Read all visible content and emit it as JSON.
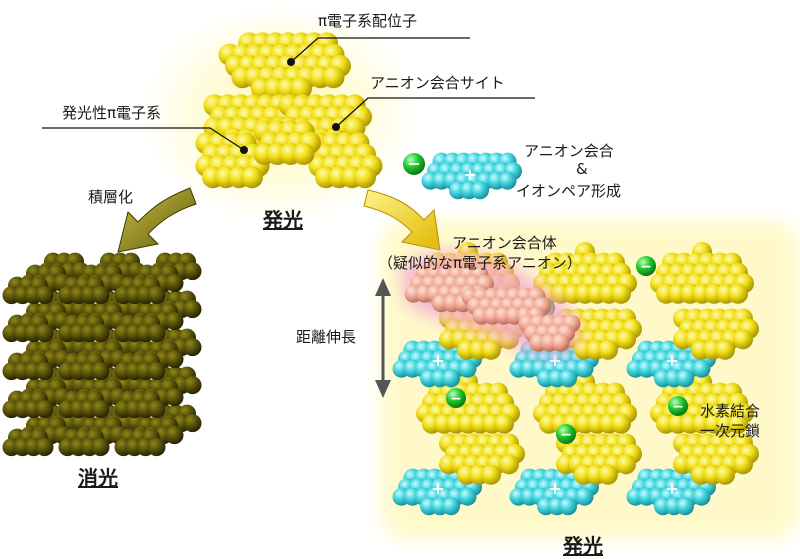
{
  "labels": {
    "pi_ligand": "π電子系配位子",
    "anion_site": "アニオン会合サイト",
    "emissive_pi": "発光性π電子系",
    "emission_top": "発光",
    "stacking": "積層化",
    "anion_assoc": "アニオン会合",
    "ampersand": "&",
    "ion_pair": "イオンペア形成",
    "anion_complex": "アニオン会合体",
    "pseudo_anion": "（疑似的なπ電子系アニオン）",
    "distance": "距離伸長",
    "quench": "消光",
    "hbond": "水素結合",
    "chain": "一次元鎖",
    "emission_bottom": "発光"
  },
  "symbols": {
    "minus": "−",
    "plus": "+"
  },
  "colors": {
    "yellow": "#f3e21c",
    "yellow_dark": "#b9a600",
    "cyan": "#44d7df",
    "cyan_dark": "#1f9fae",
    "green": "#1fcc2a",
    "olive": "#57520a",
    "olive_dark": "#2e2b05",
    "salmon": "#f0a793",
    "pink_glow": "#f3a2d4",
    "arrow_olive": "#7a7206",
    "arrow_yellow": "#f2d92a"
  }
}
